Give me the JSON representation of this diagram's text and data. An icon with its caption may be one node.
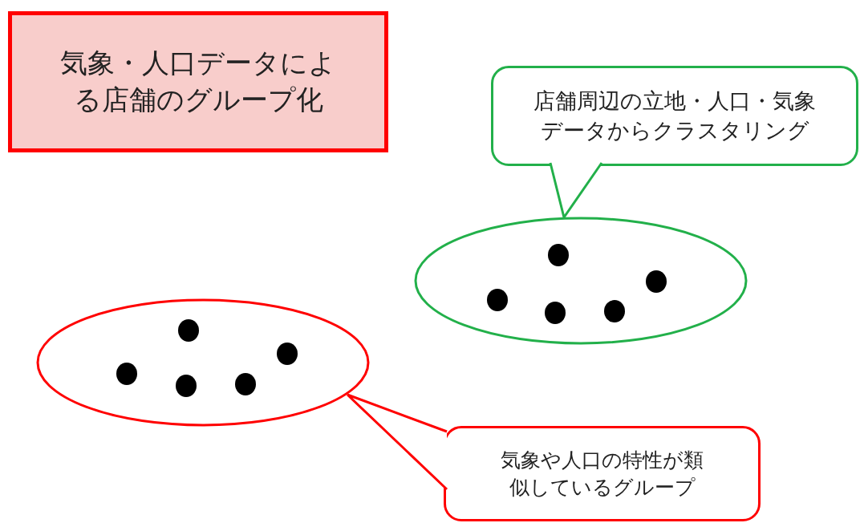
{
  "diagram": {
    "nodes": [
      {
        "text": [
          "気象・人口データによる店舗のグループ化"
        ]
      },
      {
        "text": [
          "店舗周辺の立地・人口・気象データからクラスタリング"
        ]
      },
      {
        "text": [],
        "shape": "ellipse"
      },
      {
        "text": [],
        "shape": "ellipse"
      },
      {
        "text": [
          "気象や人口の特性が類似しているグループ"
        ]
      }
    ],
    "edges": [
      {
        "from": 1,
        "to": 2,
        "arrow": "none",
        "color": "#22b04a"
      },
      {
        "from": 4,
        "to": 3,
        "arrow": "none",
        "color": "#ff0000"
      }
    ]
  }
}
